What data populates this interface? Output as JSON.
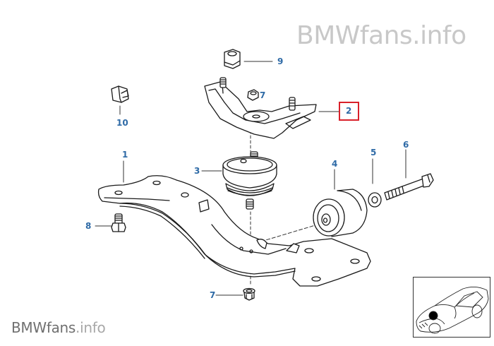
{
  "watermark": {
    "top_text": "BMWfans.info",
    "bottom_brand": "BMWfans",
    "bottom_tld": ".info"
  },
  "diagram": {
    "title": "Transmission mount / crossmember parts diagram",
    "highlight_color": "#d9202a",
    "callout_color": "#2e6aa6",
    "highlighted_part": "2",
    "callouts": [
      {
        "id": "c9",
        "label": "9"
      },
      {
        "id": "c7a",
        "label": "7"
      },
      {
        "id": "c2",
        "label": "2"
      },
      {
        "id": "c10",
        "label": "10"
      },
      {
        "id": "c1",
        "label": "1"
      },
      {
        "id": "c3",
        "label": "3"
      },
      {
        "id": "c4",
        "label": "4"
      },
      {
        "id": "c5",
        "label": "5"
      },
      {
        "id": "c6",
        "label": "6"
      },
      {
        "id": "c8",
        "label": "8"
      },
      {
        "id": "c7b",
        "label": "7"
      }
    ]
  },
  "thumbnail": {
    "description": "car location indicator"
  }
}
